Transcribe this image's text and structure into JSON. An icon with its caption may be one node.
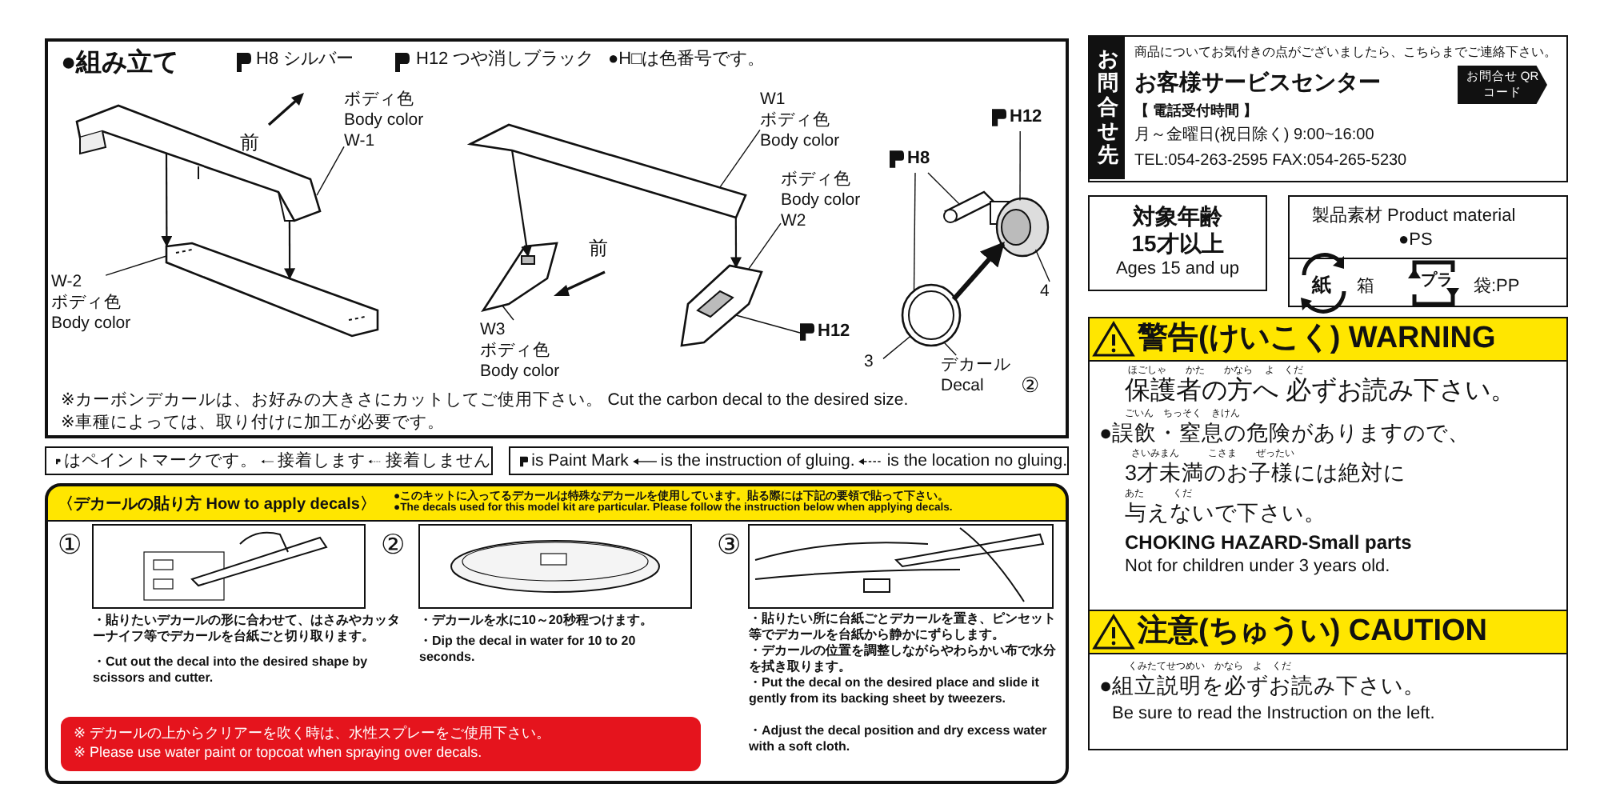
{
  "diagram": {
    "nodes": [
      {
        "text": [
          "●組み立て"
        ]
      },
      {
        "text": [
          "ボディ色",
          "Body color",
          "W-1"
        ],
        "in": 0
      },
      {
        "text": [],
        "shape": "picture",
        "in": 0
      },
      {
        "text": [
          "W-2",
          "ボディ色",
          "Body color"
        ],
        "in": 0
      },
      {
        "text": [],
        "shape": "picture",
        "in": 0
      },
      {
        "text": [
          "W1",
          "ボディ色",
          "Body color"
        ],
        "in": 0
      },
      {
        "text": [],
        "shape": "picture",
        "in": 0
      },
      {
        "text": [
          "ボディ色",
          "Body color",
          "W2"
        ],
        "in": 0
      },
      {
        "text": [],
        "shape": "picture",
        "in": 0
      },
      {
        "text": [
          "W3",
          "ボディ色",
          "Body color"
        ],
        "in": 0
      },
      {
        "text": [],
        "shape": "picture",
        "in": 0
      },
      {
        "text": [
          "H12"
        ],
        "in": 0
      },
      {
        "text": [
          "H8"
        ],
        "in": 0
      },
      {
        "text": [
          "H12"
        ],
        "in": 0
      },
      {
        "text": [],
        "shape": "picture",
        "in": 0
      },
      {
        "text": [],
        "shape": "picture",
        "in": 0
      },
      {
        "text": [
          "4"
        ],
        "in": 0
      },
      {
        "text": [
          "3"
        ],
        "in": 0
      },
      {
        "text": [
          "デカール",
          "Decal"
        ],
        "beside": [
          "②"
        ],
        "in": 0
      },
      {
        "text": [
          "〈デカールの貼り方 How to apply decals〉",
          "●このキットに入ってるデカールは特殊なデカールを使用しています。貼る際には下記の要領で貼って下さい。",
          "●The decals used for this model kit are particular. Please follow the instruction below when applying decals."
        ]
      },
      {
        "text": [
          "※ デカールの上からクリアーを吹く時は、水性スプレーをご使用下さい。",
          "※ Please use water paint or topcoat when spraying over decals."
        ],
        "in": 19
      },
      {
        "text": [
          "お問合せ先",
          "商品についてお気付きの点がございましたら、こちらまでご連絡下さい。",
          "お客様サービスセンター",
          "【 電話受付時間 】",
          "月～金曜日(祝日除く) 9:00~16:00",
          "TEL:054-263-2595 FAX:054-265-5230"
        ]
      },
      {
        "text": [
          "お問合せ QRコード"
        ],
        "in": 21
      },
      {
        "text": [
          "対象年齢",
          "15才以上",
          "Ages 15 and up"
        ]
      },
      {
        "text": [
          "製品素材 Product material",
          "●PS",
          "箱",
          "袋:PP"
        ]
      },
      {
        "text": [
          "警告(けいこく) WARNING",
          "ほごしゃ　　かた　　かなら　 よ　くだ",
          "保護者の方へ 必ずお読み下さい。",
          "ごいん　ちっそく　きけん",
          "●誤飲・窒息の危険がありますので、",
          "さいみまん　　　こさま　　ぜったい",
          "3才未満のお子様には絶対に",
          "あた　　　くだ",
          "与えないで下さい。",
          "CHOKING HAZARD-Small parts",
          "Not for children under 3 years old."
        ]
      },
      {
        "text": [
          "注意(ちゅうい) CAUTION",
          "くみたてせつめい　かなら　よ　くだ",
          "●組立説明を必ずお読み下さい。",
          "Be sure to read the Instruction on the left."
        ]
      }
    ],
    "edges": [
      {
        "from": 2,
        "to": 4,
        "arrow": "to"
      },
      {
        "from": 2,
        "to": 4,
        "arrow": "to"
      },
      {
        "from": 6,
        "to": 10,
        "arrow": "to"
      },
      {
        "from": 6,
        "to": 8,
        "arrow": "to"
      },
      {
        "from": 15,
        "to": 14,
        "arrow": "to",
        "style": "thick"
      },
      {
        "from": 1,
        "to": 2,
        "arrow": "none"
      },
      {
        "from": 3,
        "to": 4,
        "arrow": "none"
      },
      {
        "from": 5,
        "to": 6,
        "arrow": "none"
      },
      {
        "from": 7,
        "to": 8,
        "arrow": "none"
      },
      {
        "from": 9,
        "to": 10,
        "arrow": "none"
      },
      {
        "from": 11,
        "to": 8,
        "arrow": "none"
      },
      {
        "from": 12,
        "to": 14,
        "arrow": "none"
      },
      {
        "from": 12,
        "to": 15,
        "arrow": "none"
      },
      {
        "from": 13,
        "to": 14,
        "arrow": "none"
      },
      {
        "from": 16,
        "to": 14,
        "arrow": "none"
      },
      {
        "from": 17,
        "to": 15,
        "arrow": "none"
      },
      {
        "from": 18,
        "to": 15,
        "arrow": "none"
      }
    ],
    "labels": [
      "H8 シルバー",
      "H12 つや消しブラック",
      "●H□は色番号です。",
      "前",
      "前",
      "※カーボンデカールは、お好みの大きさにカットしてご使用下さい。 Cut the carbon decal to the desired size.",
      "※車種によっては、取り付けに加工が必要です。",
      "①",
      "・貼りたいデカールの形に合わせて、はさみやカッターナイフ等でデカールを台紙ごと切り取ります。",
      "・Cut out the decal into the desired shape by scissors and cutter.",
      "②",
      "・デカールを水に10～20秒程つけます。",
      "・Dip the decal in water for 10 to 20 seconds.",
      "③",
      "・貼りたい所に台紙ごとデカールを置き、ピンセット等でデカールを台紙から静かにずらします。",
      "・デカールの位置を調整しながらやわらかい布で水分を拭き取ります。",
      "・Put the decal on the desired place and slide it gently from its backing sheet by tweezers.",
      "・Adjust the decal position and dry excess water with a soft cloth.",
      "紙",
      "プラ"
    ],
    "legend": [
      {
        "text": "はペイントマークです。"
      },
      {
        "text": "接着します"
      },
      {
        "text": "接着しません"
      },
      {
        "text": "is Paint Mark"
      },
      {
        "text": "is the instruction of gluing."
      },
      {
        "text": "is the location no gluing."
      }
    ]
  }
}
